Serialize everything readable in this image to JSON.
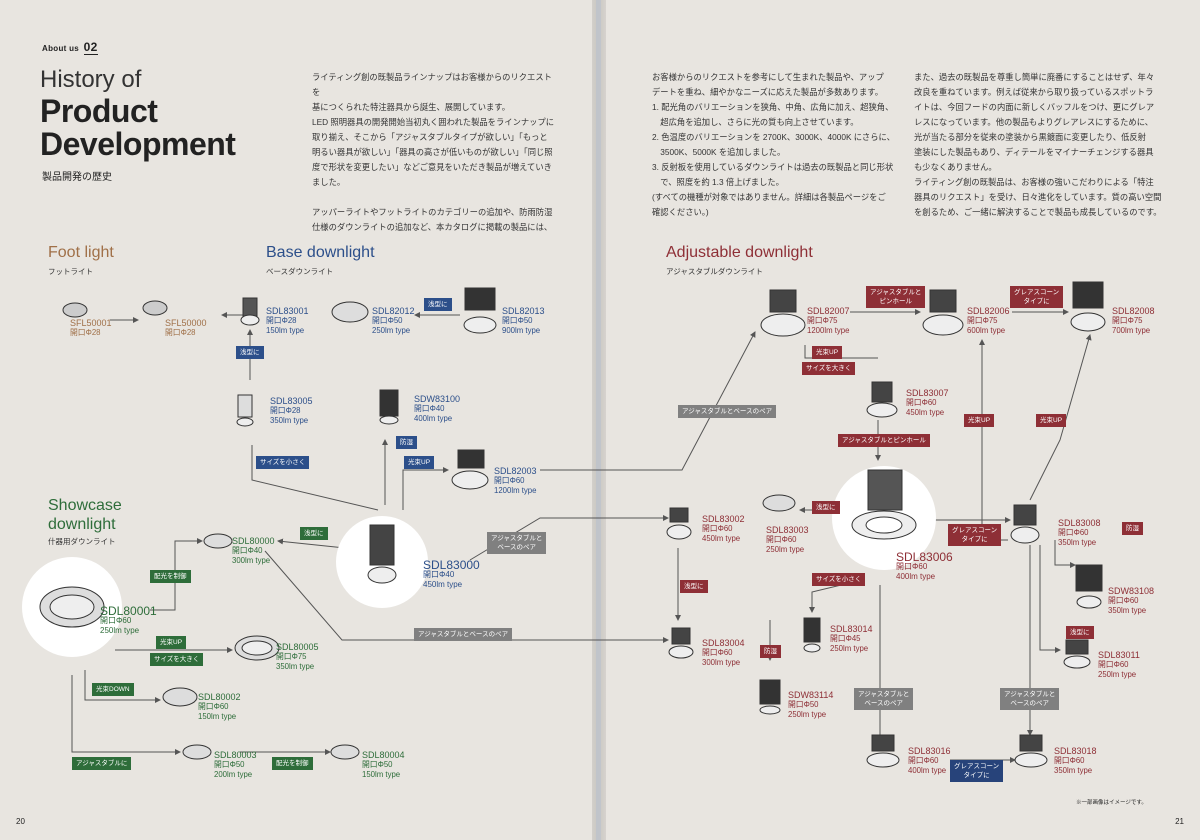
{
  "header": {
    "about": "About us",
    "num": "02",
    "title1": "History of",
    "title2a": "Product",
    "title2b": "Development",
    "subtitle": "製品開発の歴史"
  },
  "intro": {
    "col1": [
      "ライティング創の既製品ラインナップはお客様からのリクエストを",
      "基につくられた特注器具から誕生、展開しています。",
      "LED 照明器具の開発開始当初丸く囲われた製品をラインナップに",
      "取り揃え、そこから「アジャスタブルタイプが欲しい」「もっと",
      "明るい器具が欲しい」「器具の高さが低いものが欲しい」「同じ照",
      "度で形状を変更したい」などご意見をいただき製品が増えていき",
      "ました。",
      "",
      "アッパーライトやフットライトのカテゴリーの追加や、防雨防湿",
      "仕様のダウンライトの追加など、本カタログに掲載の製品には、"
    ],
    "col2": [
      "お客様からのリクエストを参考にして生まれた製品や、アップ",
      "デートを重ね、細やかなニーズに応えた製品が多数あります。",
      "1. 配光角のバリエーションを狭角、中角、広角に加え、超狭角、",
      "　超広角を追加し、さらに光の質も向上させています。",
      "2. 色温度のバリエーションを 2700K、3000K、4000K にさらに、",
      "　3500K、5000K を追加しました。",
      "3. 反射板を使用しているダウンライトは過去の既製品と同じ形状",
      "　で、照度を約 1.3 倍上げました。",
      "(すべての機種が対象ではありません。詳細は各製品ページをご",
      "確認ください。)"
    ],
    "col3": [
      "また、過去の既製品を尊重し簡単に廃番にすることはせず、年々",
      "改良を重ねています。例えば従来から取り扱っているスポットラ",
      "イトは、今回フードの内面に新しくバッフルをつけ、更にグレア",
      "レスになっています。他の製品もよりグレアレスにするために、",
      "光が当たる部分を従来の塗装から黒鍍面に変更したり、低反射",
      "塗装にした製品もあり、ディテールをマイナーチェンジする器具",
      "も少なくありません。",
      "ライティング創の既製品は、お客様の強いこだわりによる「特注",
      "器具のリクエスト」を受け、日々進化をしています。質の高い空間",
      "を創るため、ご一緒に解決することで製品も成長しているのです。"
    ]
  },
  "categories": {
    "foot": {
      "en": "Foot light",
      "jp": "フットライト",
      "color": "#a07048"
    },
    "base": {
      "en": "Base downlight",
      "jp": "ベースダウンライト",
      "color": "#2c4f8a"
    },
    "show1": {
      "en": "Showcase",
      "en2": "downlight",
      "jp": "什器用ダウンライト",
      "color": "#2e6d3a"
    },
    "adj": {
      "en": "Adjustable downlight",
      "jp": "アジャスタブルダウンライト",
      "color": "#8e2f36"
    }
  },
  "products": {
    "sfl50001": {
      "model": "SFL50001",
      "spec1": "開口Φ28",
      "spec2": ""
    },
    "sfl50000": {
      "model": "SFL50000",
      "spec1": "開口Φ28",
      "spec2": ""
    },
    "sdl83001": {
      "model": "SDL83001",
      "spec1": "開口Φ28",
      "spec2": "150lm type"
    },
    "sdl82012": {
      "model": "SDL82012",
      "spec1": "開口Φ50",
      "spec2": "250lm type"
    },
    "sdl82013": {
      "model": "SDL82013",
      "spec1": "開口Φ50",
      "spec2": "900lm type"
    },
    "sdl83005": {
      "model": "SDL83005",
      "spec1": "開口Φ28",
      "spec2": "350lm type"
    },
    "sdw83100": {
      "model": "SDW83100",
      "spec1": "開口Φ40",
      "spec2": "400lm type"
    },
    "sdl82003": {
      "model": "SDL82003",
      "spec1": "開口Φ60",
      "spec2": "1200lm type"
    },
    "sdl83000": {
      "model": "SDL83000",
      "spec1": "開口Φ40",
      "spec2": "450lm type"
    },
    "sdl80000": {
      "model": "SDL80000",
      "spec1": "開口Φ40",
      "spec2": "300lm type"
    },
    "sdl80001": {
      "model": "SDL80001",
      "spec1": "開口Φ60",
      "spec2": "250lm type"
    },
    "sdl80005": {
      "model": "SDL80005",
      "spec1": "開口Φ75",
      "spec2": "350lm type"
    },
    "sdl80002": {
      "model": "SDL80002",
      "spec1": "開口Φ60",
      "spec2": "150lm type"
    },
    "sdl80003": {
      "model": "SDL80003",
      "spec1": "開口Φ50",
      "spec2": "200lm type"
    },
    "sdl80004": {
      "model": "SDL80004",
      "spec1": "開口Φ50",
      "spec2": "150lm type"
    },
    "sdl82007": {
      "model": "SDL82007",
      "spec1": "開口Φ75",
      "spec2": "1200lm type"
    },
    "sdl82006": {
      "model": "SDL82006",
      "spec1": "開口Φ75",
      "spec2": "600lm type"
    },
    "sdl82008": {
      "model": "SDL82008",
      "spec1": "開口Φ75",
      "spec2": "700lm type"
    },
    "sdl83007": {
      "model": "SDL83007",
      "spec1": "開口Φ60",
      "spec2": "450lm type"
    },
    "sdl83002": {
      "model": "SDL83002",
      "spec1": "開口Φ60",
      "spec2": "450lm type"
    },
    "sdl83003": {
      "model": "SDL83003",
      "spec1": "開口Φ60",
      "spec2": "250lm type"
    },
    "sdl83006": {
      "model": "SDL83006",
      "spec1": "開口Φ60",
      "spec2": "400lm type"
    },
    "sdl83008": {
      "model": "SDL83008",
      "spec1": "開口Φ60",
      "spec2": "350lm type"
    },
    "sdw83108": {
      "model": "SDW83108",
      "spec1": "開口Φ60",
      "spec2": "350lm type"
    },
    "sdl83011": {
      "model": "SDL83011",
      "spec1": "開口Φ60",
      "spec2": "250lm type"
    },
    "sdl83004": {
      "model": "SDL83004",
      "spec1": "開口Φ60",
      "spec2": "300lm type"
    },
    "sdl83014": {
      "model": "SDL83014",
      "spec1": "開口Φ45",
      "spec2": "250lm type"
    },
    "sdw83114": {
      "model": "SDW83114",
      "spec1": "開口Φ50",
      "spec2": "250lm type"
    },
    "sdl83016": {
      "model": "SDL83016",
      "spec1": "開口Φ60",
      "spec2": "400lm type"
    },
    "sdl83018": {
      "model": "SDL83018",
      "spec1": "開口Φ60",
      "spec2": "350lm type"
    }
  },
  "tags": {
    "asagata": "浅型に",
    "senkoup": "光束UP",
    "bouu": "防湿",
    "sizesmall": "サイズを小さく",
    "sizebig": "サイズを大きく",
    "haiko": "配光を制御",
    "kodown": "光束DOWN",
    "adjni": "アジャスタブルに",
    "adjbase": "アジャスタブルとベースのペア",
    "adjbase2a": "アジャスタブルと",
    "adjbase2b": "ベースのペア",
    "adjpin": "アジャスタブルとピンホール",
    "adjpin2a": "アジャスタブルと",
    "adjpin2b": "ピンホール",
    "glare_a": "グレアスコーン",
    "glare_b": "タイプに",
    "bouu2": "防湿"
  },
  "footer": {
    "left": "20",
    "right": "21",
    "note": "※一部画像はイメージです。"
  }
}
